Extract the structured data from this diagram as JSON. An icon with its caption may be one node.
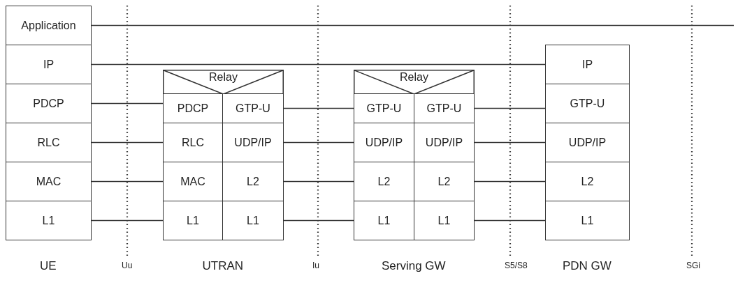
{
  "diagram": {
    "nodes": [
      {
        "text": [
          "Application"
        ]
      },
      {
        "text": [
          "IP"
        ]
      },
      {
        "text": [
          "PDCP"
        ]
      },
      {
        "text": [
          "RLC"
        ]
      },
      {
        "text": [
          "MAC"
        ]
      },
      {
        "text": [
          "L1"
        ]
      },
      {
        "text": [
          "Relay"
        ]
      },
      {
        "text": [
          "PDCP"
        ]
      },
      {
        "text": [
          "GTP-U"
        ]
      },
      {
        "text": [
          "RLC"
        ]
      },
      {
        "text": [
          "UDP/IP"
        ]
      },
      {
        "text": [
          "MAC"
        ]
      },
      {
        "text": [
          "L2"
        ]
      },
      {
        "text": [
          "L1"
        ]
      },
      {
        "text": [
          "L1"
        ]
      },
      {
        "text": [
          "Relay"
        ]
      },
      {
        "text": [
          "GTP-U"
        ]
      },
      {
        "text": [
          "GTP-U"
        ]
      },
      {
        "text": [
          "UDP/IP"
        ]
      },
      {
        "text": [
          "UDP/IP"
        ]
      },
      {
        "text": [
          "L2"
        ]
      },
      {
        "text": [
          "L2"
        ]
      },
      {
        "text": [
          "L1"
        ]
      },
      {
        "text": [
          "L1"
        ]
      },
      {
        "text": [
          "IP"
        ]
      },
      {
        "text": [
          "GTP-U"
        ]
      },
      {
        "text": [
          "UDP/IP"
        ]
      },
      {
        "text": [
          "L2"
        ]
      },
      {
        "text": [
          "L1"
        ]
      }
    ],
    "edges": [
      {
        "from": 0,
        "to": null,
        "arrow": "none"
      },
      {
        "from": 1,
        "to": 24,
        "arrow": "none"
      },
      {
        "from": 2,
        "to": 7,
        "arrow": "none"
      },
      {
        "from": 3,
        "to": 9,
        "arrow": "none"
      },
      {
        "from": 4,
        "to": 11,
        "arrow": "none"
      },
      {
        "from": 5,
        "to": 13,
        "arrow": "none"
      },
      {
        "from": 8,
        "to": 16,
        "arrow": "none"
      },
      {
        "from": 10,
        "to": 18,
        "arrow": "none"
      },
      {
        "from": 12,
        "to": 20,
        "arrow": "none"
      },
      {
        "from": 14,
        "to": 22,
        "arrow": "none"
      },
      {
        "from": 17,
        "to": 25,
        "arrow": "none"
      },
      {
        "from": 19,
        "to": 26,
        "arrow": "none"
      },
      {
        "from": 21,
        "to": 27,
        "arrow": "none"
      },
      {
        "from": 23,
        "to": 28,
        "arrow": "none"
      }
    ],
    "labels": [
      "UE",
      "Uu",
      "UTRAN",
      "Iu",
      "Serving GW",
      "S5/S8",
      "PDN GW",
      "SGi"
    ]
  }
}
